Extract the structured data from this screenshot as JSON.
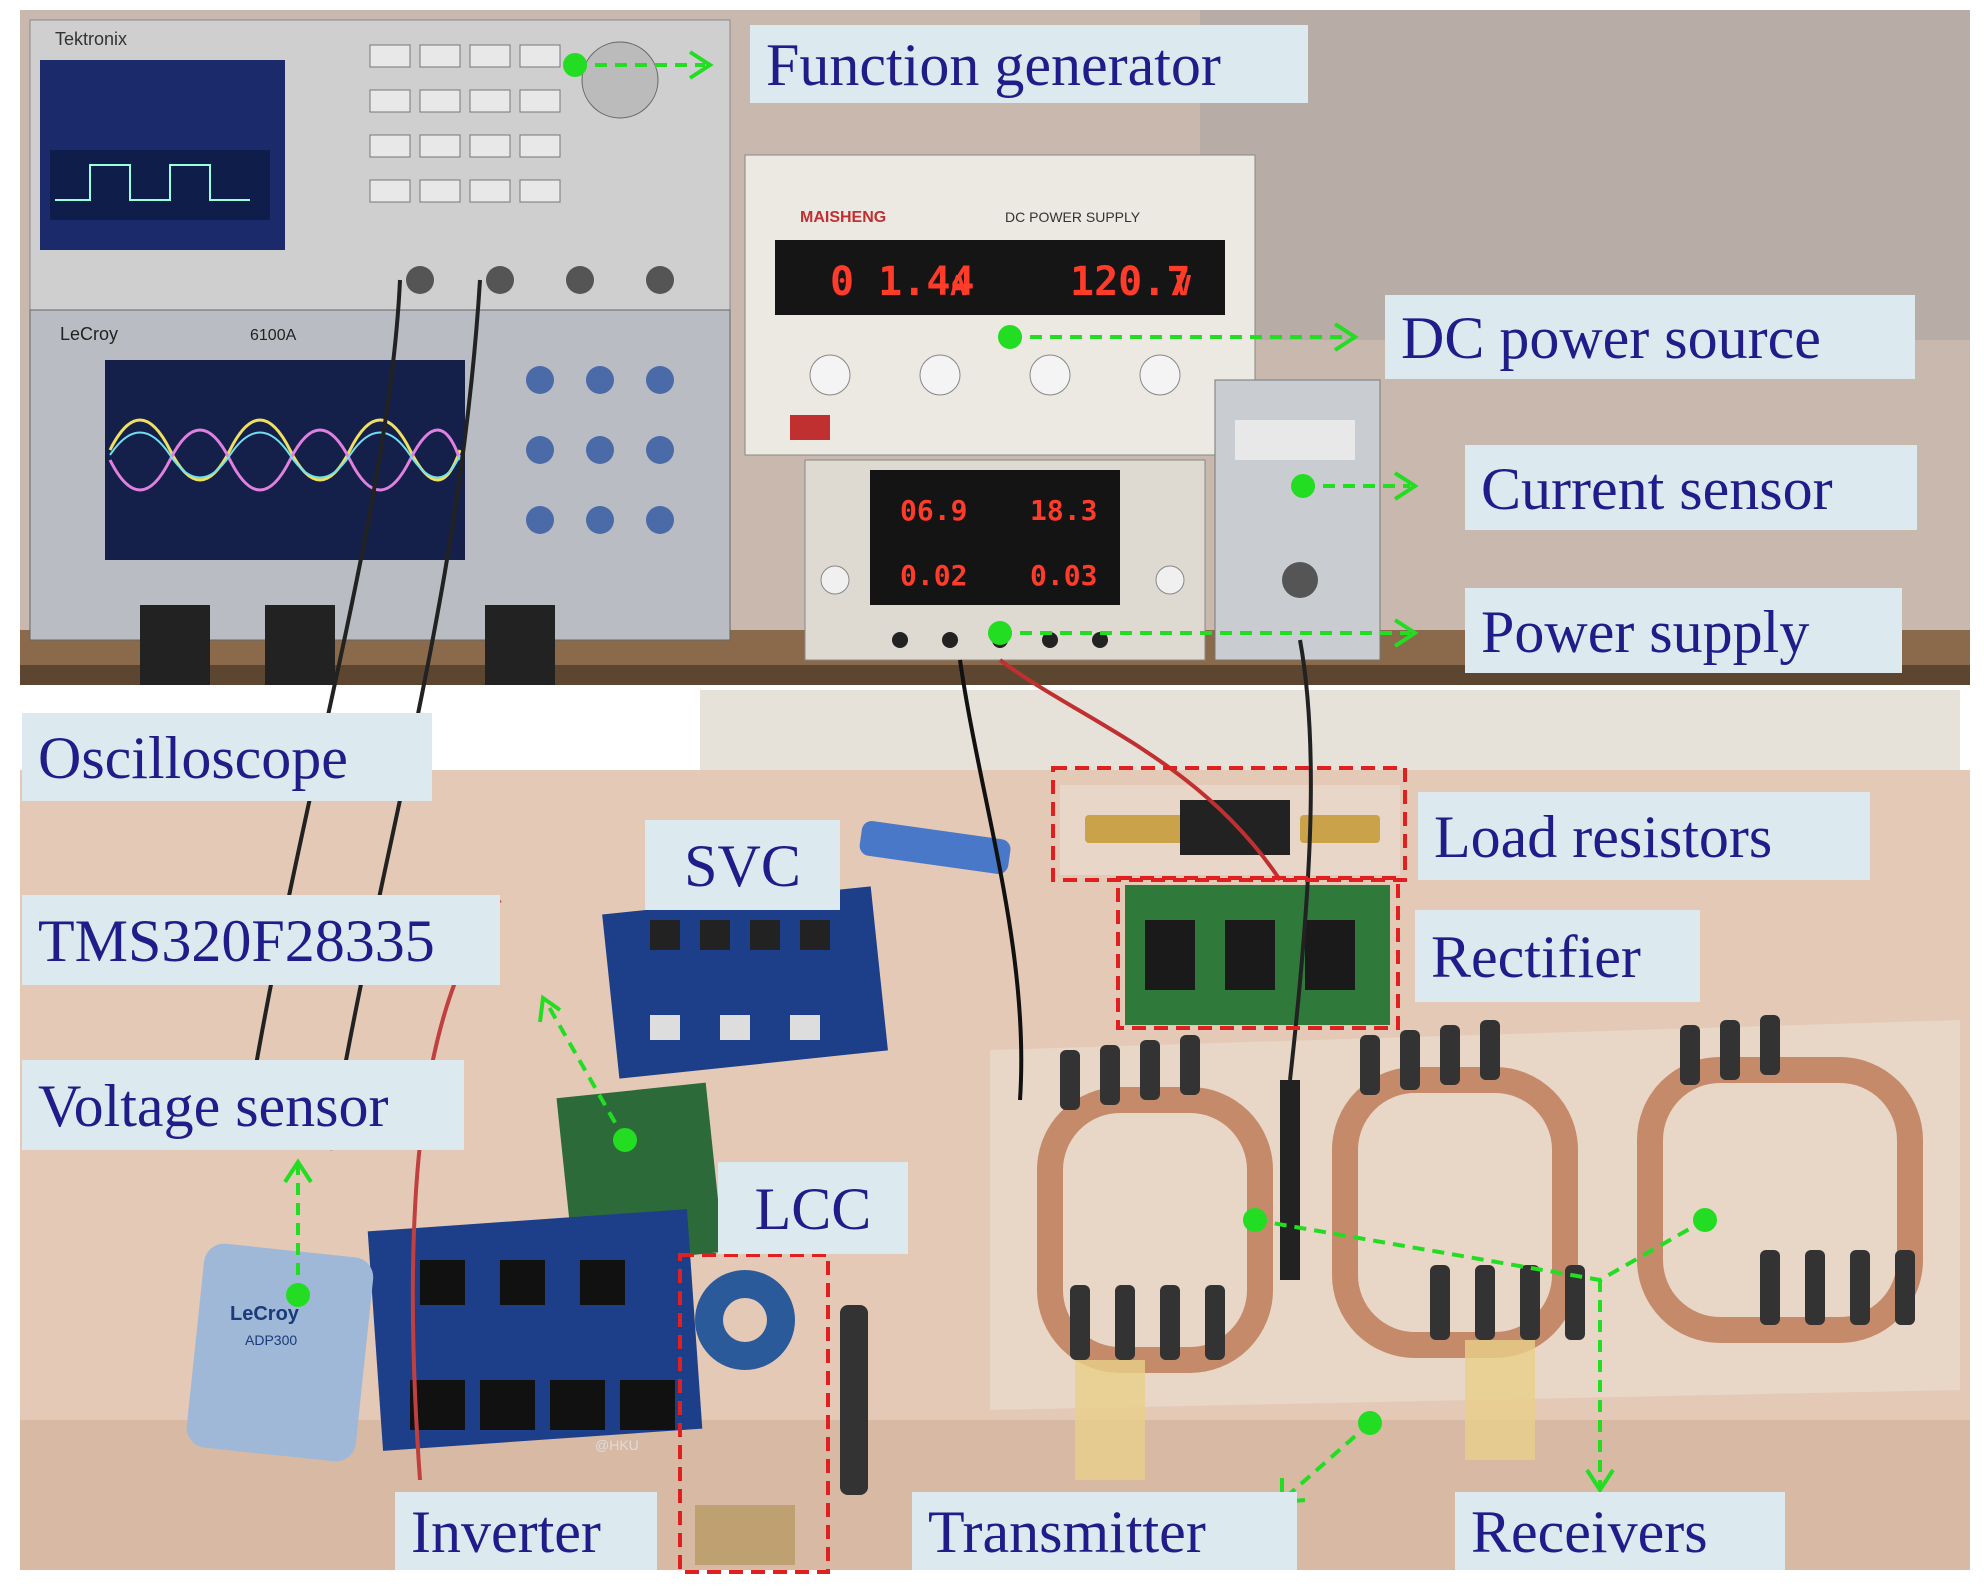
{
  "labels": {
    "function_generator": "Function generator",
    "dc_power_source": "DC power source",
    "current_sensor": "Current sensor",
    "power_supply": "Power supply",
    "oscilloscope": "Oscilloscope",
    "load_resistors": "Load resistors",
    "svc": "SVC",
    "tms": "TMS320F28335",
    "rectifier": "Rectifier",
    "voltage_sensor": "Voltage sensor",
    "lcc": "LCC",
    "inverter": "Inverter",
    "transmitter": "Transmitter",
    "receivers": "Receivers"
  },
  "device_text": {
    "dc_supply_brand": "MAISHENG",
    "dc_supply_title": "DC POWER SUPPLY",
    "dc_supply_current": "0 1.44",
    "dc_supply_current_unit": "A",
    "dc_supply_voltage": "120.7",
    "dc_supply_voltage_unit": "V",
    "psu_v1": "06.9",
    "psu_v2": "18.3",
    "psu_a1": "0.02",
    "psu_a2": "0.03",
    "scope_brand": "LeCroy",
    "scope_model": "6100A",
    "fg_brand": "Tektronix",
    "probe_brand": "LeCroy",
    "probe_model": "ADP300",
    "board_mark": "@HKU"
  },
  "colors": {
    "label_bg": "#dce9ee",
    "label_text": "#1f1d8a",
    "annotation_green": "#22dd22",
    "dashed_box_red": "#e02020"
  }
}
